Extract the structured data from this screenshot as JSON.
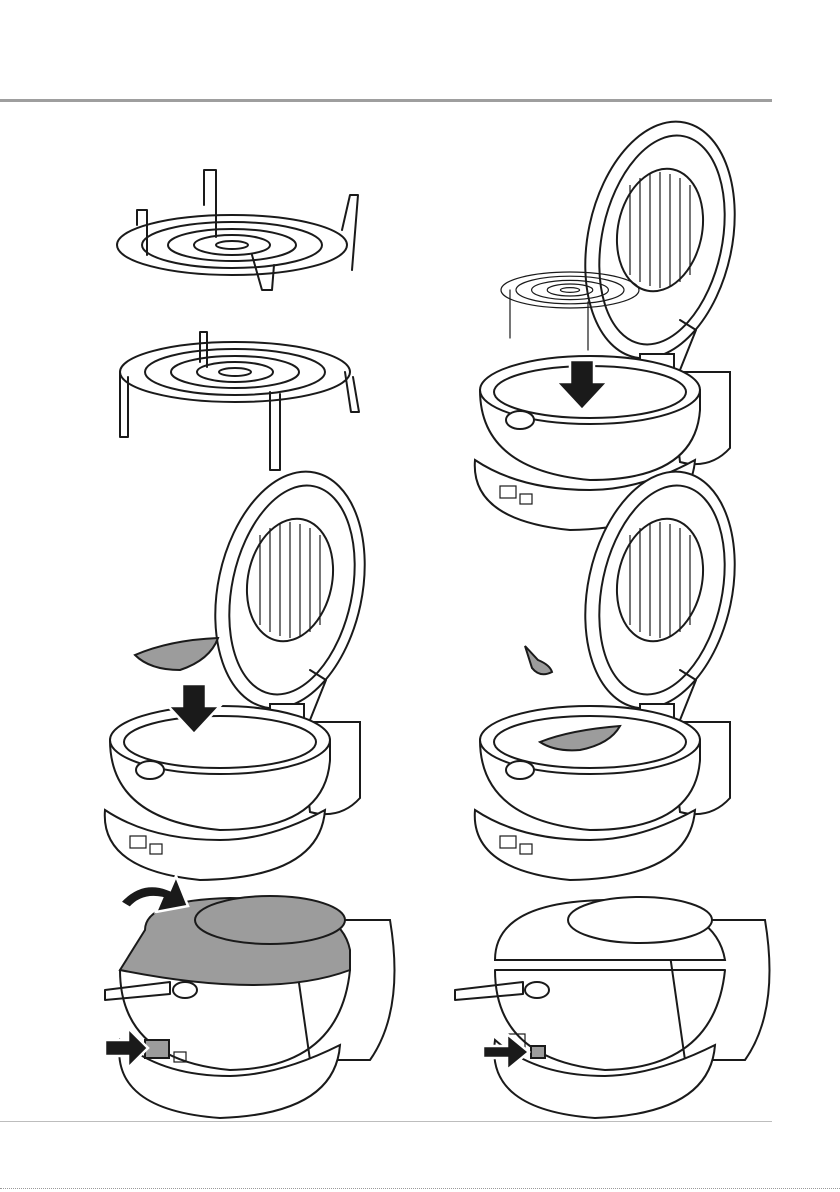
{
  "page": {
    "background": "#ffffff",
    "rule_color": "#9e9e9e"
  },
  "figures": [
    {
      "id": "racks",
      "icon": "wire-rack-pair-icon"
    },
    {
      "id": "insert-rack",
      "icon": "fryer-open-rack-icon"
    },
    {
      "id": "insert-paddle",
      "icon": "fryer-open-paddle-icon"
    },
    {
      "id": "paddle-inserted",
      "icon": "fryer-open-paddle-fitted-icon"
    },
    {
      "id": "close-lid-power",
      "icon": "fryer-closed-lid-icon"
    },
    {
      "id": "start-button",
      "icon": "fryer-closed-start-icon"
    }
  ]
}
